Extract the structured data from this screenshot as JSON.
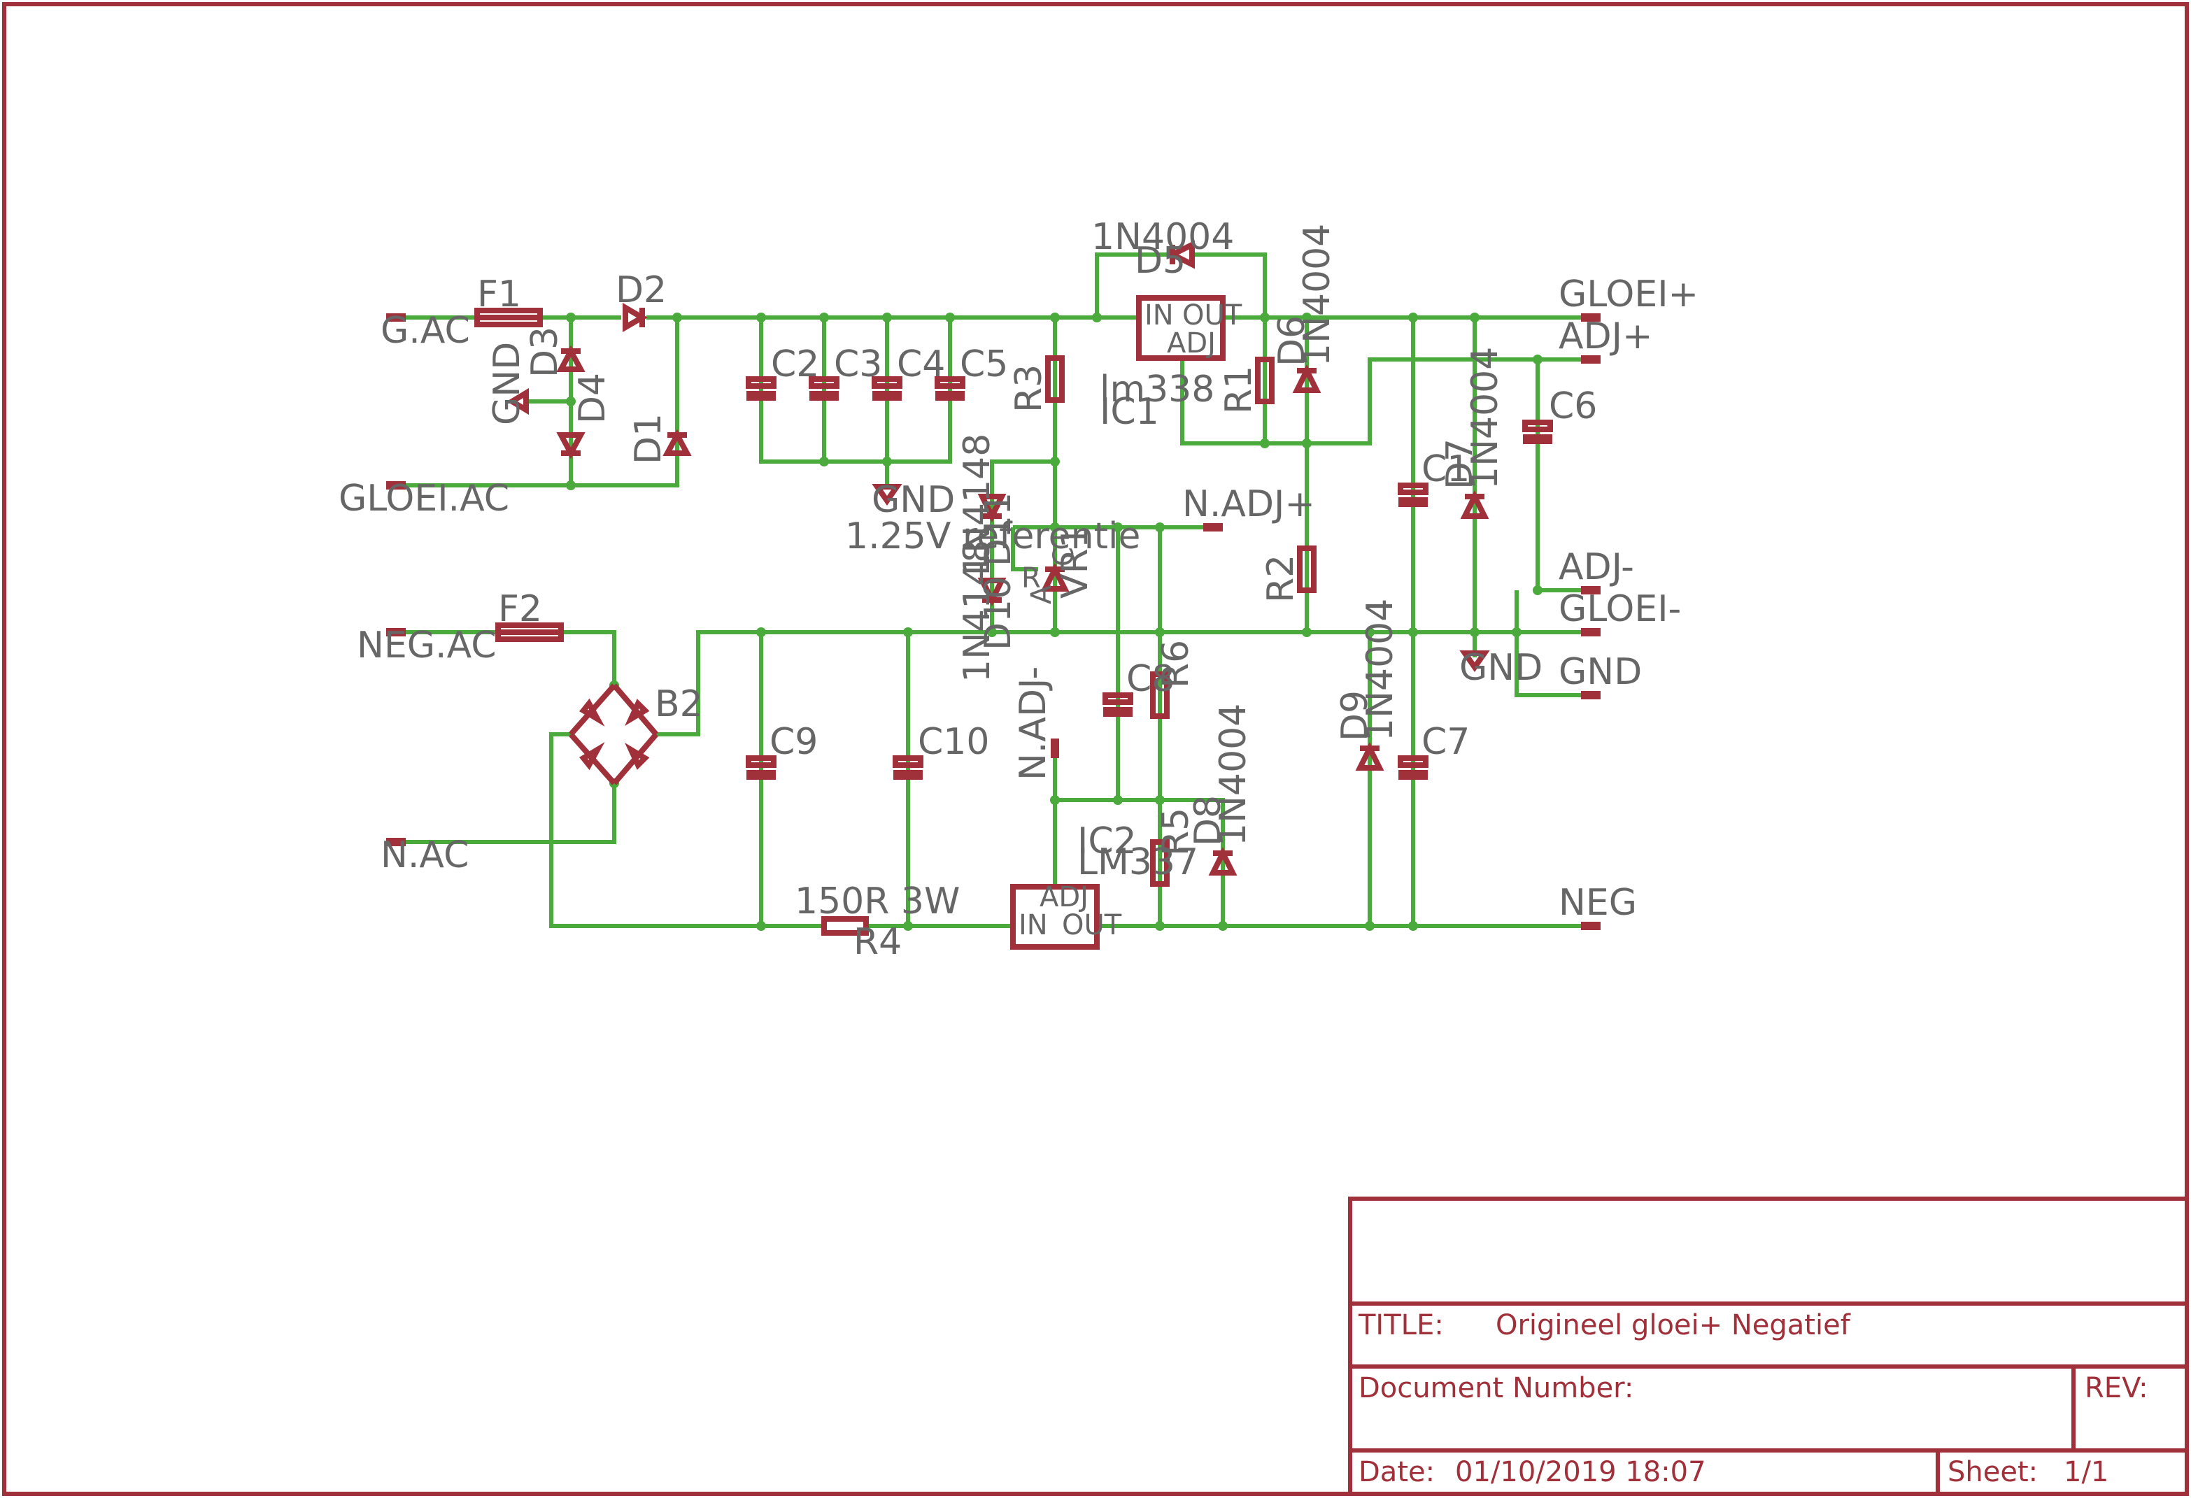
{
  "nets": {
    "g_ac": "G.AC",
    "gloei_ac": "GLOEI.AC",
    "neg_ac": "NEG.AC",
    "n_ac": "N.AC",
    "gloei_plus": "GLOEI+",
    "adj_plus": "ADJ+",
    "adj_minus": "ADJ-",
    "gloei_minus": "GLOEI-",
    "gnd_out": "GND",
    "neg": "NEG",
    "n_adj_plus": "N.ADJ+",
    "n_adj_minus": "N.ADJ-",
    "gnd": "GND"
  },
  "parts": {
    "F1": "F1",
    "F2": "F2",
    "D1": "D1",
    "D2": "D2",
    "D3": "D3",
    "D4": "D4",
    "D5": "D5",
    "D5_value": "1N4004",
    "D6": "D6",
    "D6_value": "1N4004",
    "D7": "D7",
    "D7_value": "1N4004",
    "D8": "D8",
    "D8_value": "1N4004",
    "D9": "D9",
    "D9_value": "1N4004",
    "D10": "D10",
    "D10_value": "1N4148",
    "D11": "D11",
    "D11_value": "1N4148",
    "C1": "C1",
    "C2": "C2",
    "C3": "C3",
    "C4": "C4",
    "C5": "C5",
    "C6": "C6",
    "C7": "C7",
    "C8": "C8",
    "C9": "C9",
    "C10": "C10",
    "R1": "R1",
    "R2": "R2",
    "R3": "R3",
    "R5": "R5",
    "R6": "R6",
    "R4": "R4",
    "R4_value": "150R 3W",
    "B2": "B2",
    "VR1": "VR1",
    "IC1": "IC1",
    "IC1_value": "lm338",
    "IC2": "IC2",
    "IC2_value": "LM337",
    "vr1_note": "1.25V referentie"
  },
  "pins": {
    "in": "IN",
    "out": "OUT",
    "adj": "ADJ",
    "vr_a": "A",
    "vr_r": "R",
    "vr_c": "C"
  },
  "title_block": {
    "title_label": "TITLE:",
    "title_value": "Origineel gloei+ Negatief",
    "docnum_label": "Document Number:",
    "rev_label": "REV:",
    "date_label": "Date:",
    "date_value": "01/10/2019 18:07",
    "sheet_label": "Sheet:",
    "sheet_value": "1/1"
  },
  "colors": {
    "part": "#a0303a",
    "wire": "#4aaa3c",
    "label": "#666666"
  }
}
